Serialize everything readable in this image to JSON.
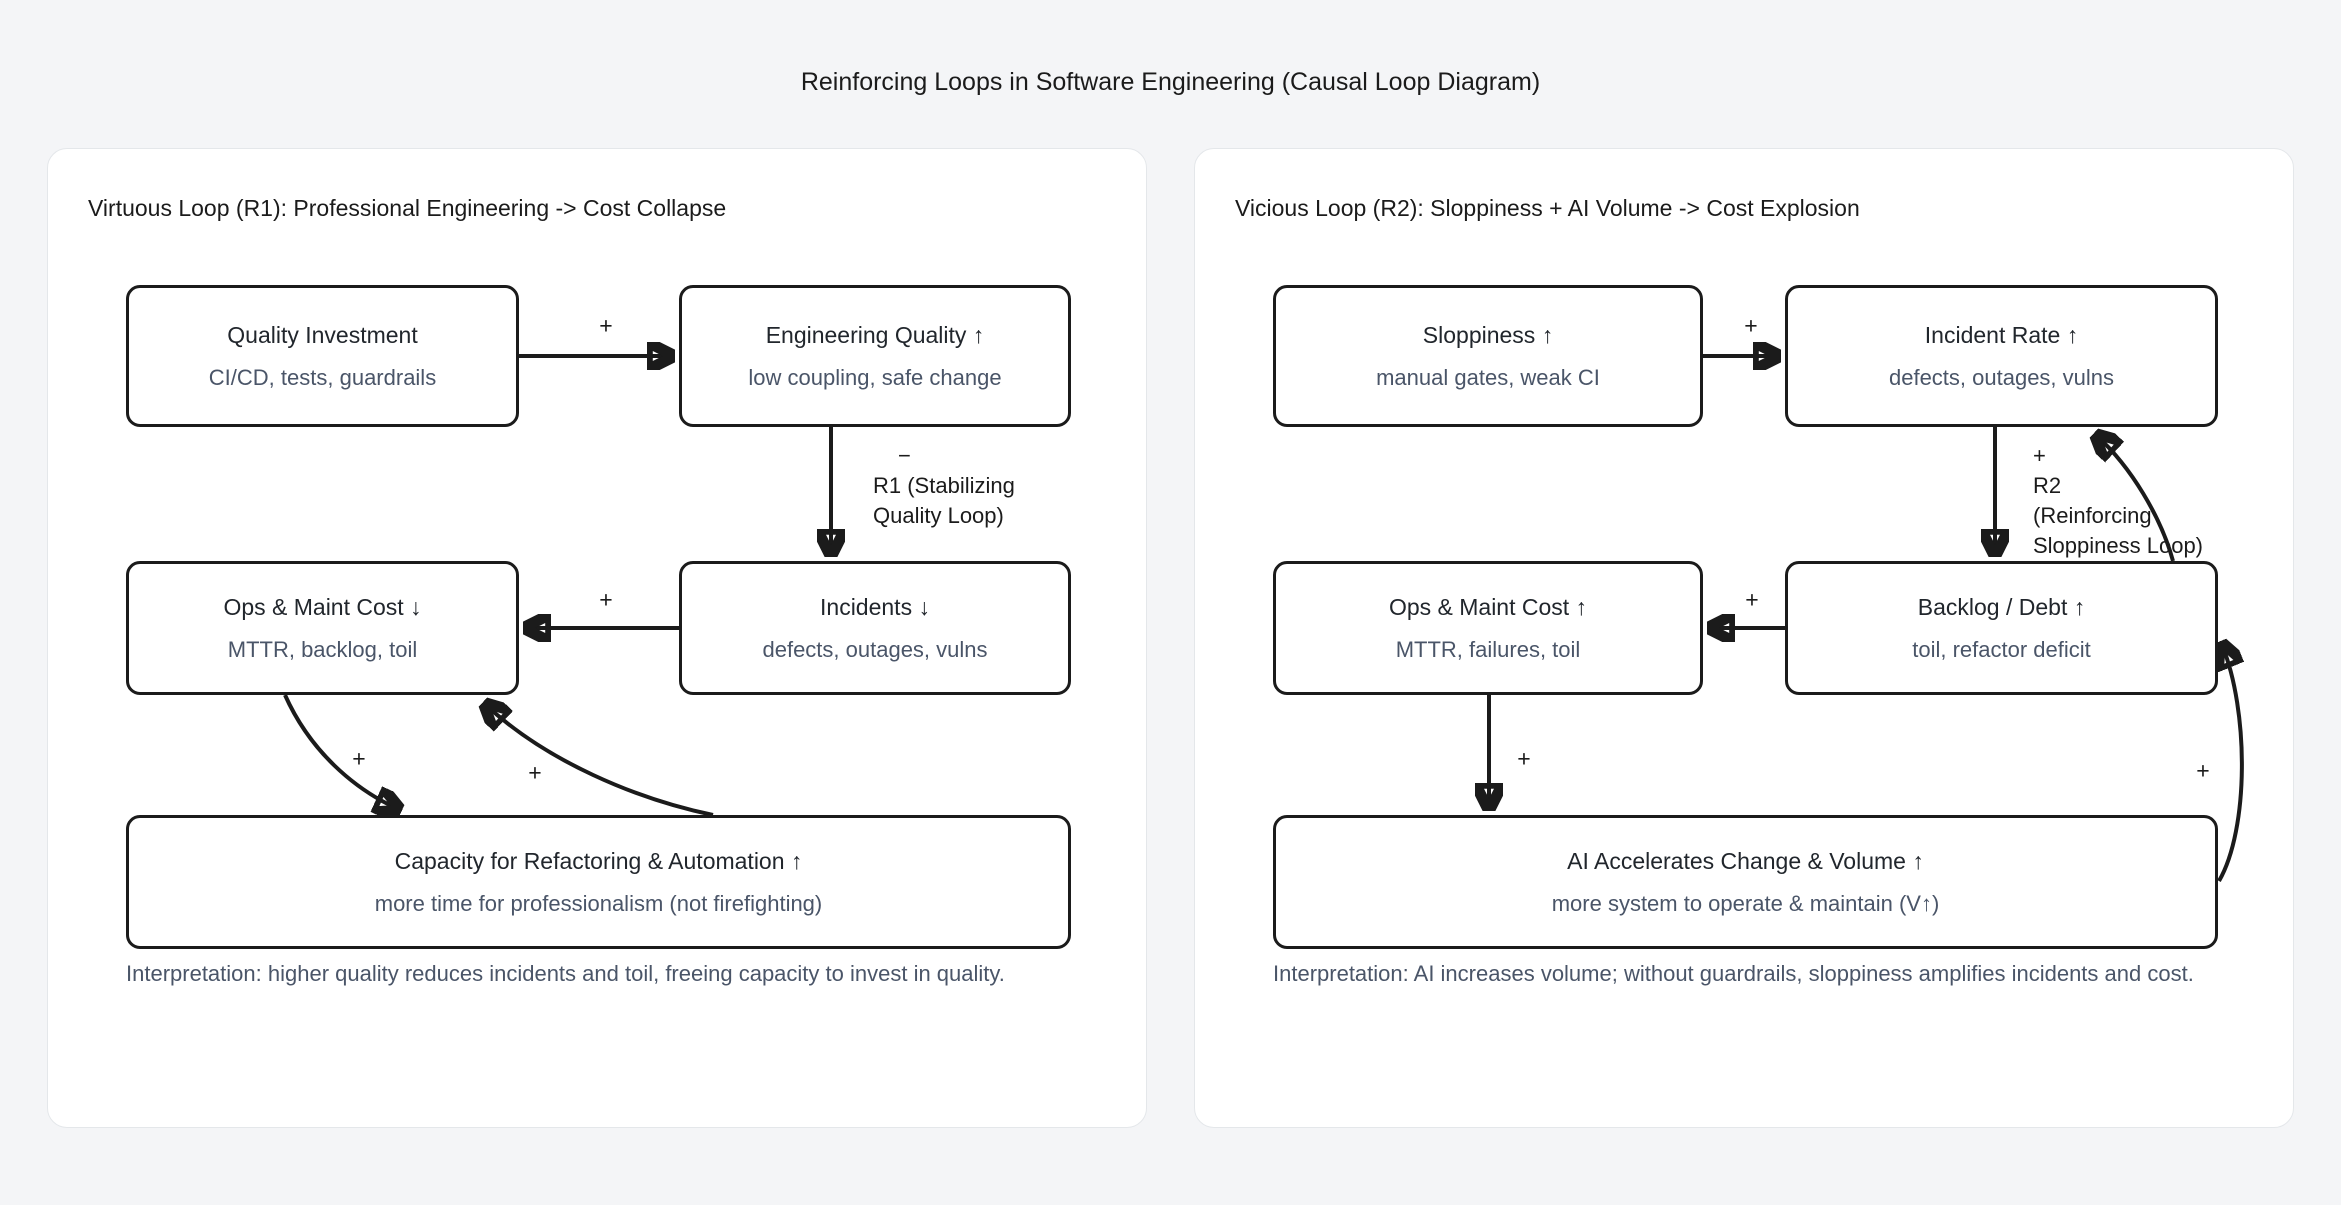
{
  "title": "Reinforcing Loops in Software Engineering (Causal Loop Diagram)",
  "colors": {
    "page_bg": "#f4f5f7",
    "panel_bg": "#ffffff",
    "panel_border": "#e4e7ea",
    "node_border": "#1b1b1b",
    "edge": "#1b1b1b",
    "title_text": "#1b1b1b",
    "subtitle_text": "#4a5568"
  },
  "panels": [
    {
      "header": "Virtuous Loop (R1): Professional Engineering -> Cost Collapse",
      "nodes": {
        "quality_investment": {
          "title": "Quality Investment",
          "subtitle": "CI/CD, tests, guardrails"
        },
        "engineering_quality": {
          "title": "Engineering Quality ↑",
          "subtitle": "low coupling, safe change"
        },
        "ops_cost": {
          "title": "Ops & Maint Cost ↓",
          "subtitle": "MTTR, backlog, toil"
        },
        "incidents": {
          "title": "Incidents ↓",
          "subtitle": "defects, outages, vulns"
        },
        "capacity": {
          "title": "Capacity for Refactoring & Automation ↑",
          "subtitle": "more time for professionalism (not firefighting)"
        }
      },
      "signs": {
        "quality_to_engineering": "+",
        "incidents_to_ops": "+",
        "ops_to_capacity": "+",
        "capacity_to_ops": "+"
      },
      "loop": {
        "sign": "−",
        "lines": [
          "R1 (Stabilizing",
          "Quality Loop)"
        ]
      },
      "interpretation": "Interpretation: higher quality reduces incidents and toil, freeing capacity to invest in quality."
    },
    {
      "header": "Vicious Loop (R2): Sloppiness + AI Volume -> Cost Explosion",
      "nodes": {
        "sloppiness": {
          "title": "Sloppiness ↑",
          "subtitle": "manual gates, weak CI"
        },
        "incident_rate": {
          "title": "Incident Rate ↑",
          "subtitle": "defects, outages, vulns"
        },
        "ops_cost": {
          "title": "Ops & Maint Cost ↑",
          "subtitle": "MTTR, failures, toil"
        },
        "backlog_debt": {
          "title": "Backlog / Debt ↑",
          "subtitle": "toil, refactor deficit"
        },
        "ai_volume": {
          "title": "AI Accelerates Change & Volume ↑",
          "subtitle": "more system to operate & maintain (V↑)"
        }
      },
      "signs": {
        "sloppiness_to_incident": "+",
        "backlog_to_ops": "+",
        "ops_to_ai": "+",
        "ai_to_backlog": "+"
      },
      "loop": {
        "sign": "+",
        "lines": [
          "R2",
          "(Reinforcing",
          "Sloppiness Loop)"
        ]
      },
      "interpretation": "Interpretation: AI increases volume; without guardrails, sloppiness amplifies incidents and cost."
    }
  ]
}
